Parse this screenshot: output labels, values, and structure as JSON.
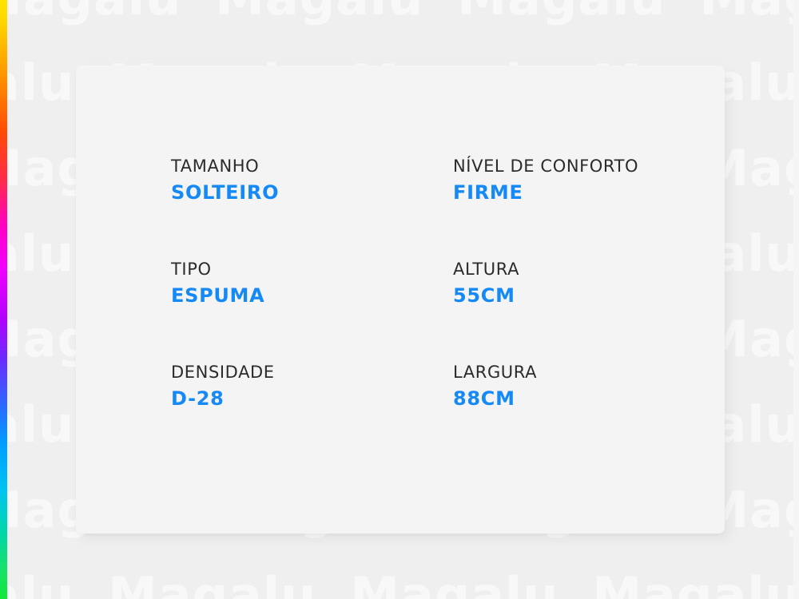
{
  "background": {
    "color": "#F0EFEF",
    "watermark_text": "Magalu",
    "watermark_color": "#FFFFFF"
  },
  "gradient_bar": {
    "name": "rainbow-gradient-bar",
    "stops": [
      "#FFE400",
      "#FF8A00",
      "#FF4B06",
      "#FF00C8",
      "#B400FF",
      "#2A6BFF",
      "#00C4F0",
      "#13E83A"
    ]
  },
  "card": {
    "background": "#F4F4F4",
    "label_color": "#2B2B2B",
    "value_color": "#1589F5"
  },
  "specs": [
    {
      "label": "TAMANHO",
      "value": "SOLTEIRO"
    },
    {
      "label": "NÍVEL DE CONFORTO",
      "value": "FIRME"
    },
    {
      "label": "TIPO",
      "value": "ESPUMA"
    },
    {
      "label": "ALTURA",
      "value": "55CM"
    },
    {
      "label": "DENSIDADE",
      "value": "D-28"
    },
    {
      "label": "LARGURA",
      "value": "88CM"
    }
  ]
}
